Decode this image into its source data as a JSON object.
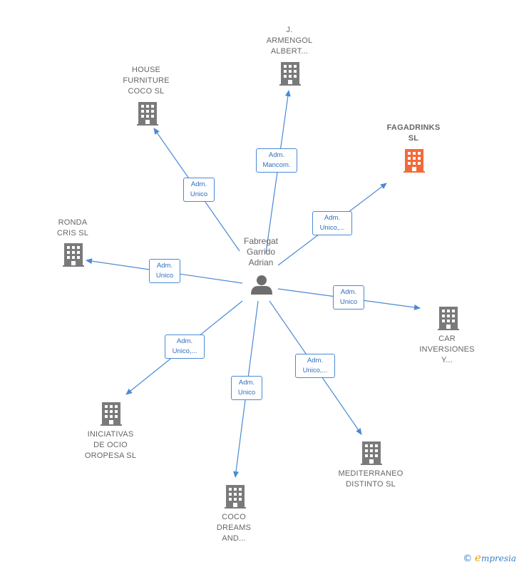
{
  "center": {
    "label": "Fabregat\nGarrido\nAdrian",
    "icon": "person-icon"
  },
  "colors": {
    "edge": "#4a8ad4",
    "company": "#7a7a7a",
    "highlight": "#f26a3a"
  },
  "companies": [
    {
      "id": "armengol",
      "label": "J.\nARMENGOL\nALBERT...",
      "role": "Adm.\nMancom.",
      "highlight": false
    },
    {
      "id": "house-furniture",
      "label": "HOUSE\nFURNITURE\nCOCO SL",
      "role": "Adm.\nUnico",
      "highlight": false
    },
    {
      "id": "fagadrinks",
      "label": "FAGADRINKS\nSL",
      "role": "Adm.\nUnico,...",
      "highlight": true
    },
    {
      "id": "ronda-cris",
      "label": "RONDA\nCRIS SL",
      "role": "Adm.\nUnico",
      "highlight": false
    },
    {
      "id": "car-inversiones",
      "label": "CAR\nINVERSIONES\nY...",
      "role": "Adm.\nUnico",
      "highlight": false
    },
    {
      "id": "iniciativas",
      "label": "INICIATIVAS\nDE OCIO\nOROPESA  SL",
      "role": "Adm.\nUnico,...",
      "highlight": false
    },
    {
      "id": "coco-dreams",
      "label": "COCO\nDREAMS\nAND...",
      "role": "Adm.\nUnico",
      "highlight": false
    },
    {
      "id": "mediterraneo",
      "label": "MEDITERRANEO\nDISTINTO  SL",
      "role": "Adm.\nUnico,...",
      "highlight": false
    }
  ],
  "footer": {
    "copyright_symbol": "©",
    "brand": "mpresia",
    "brand_initial": "e"
  }
}
